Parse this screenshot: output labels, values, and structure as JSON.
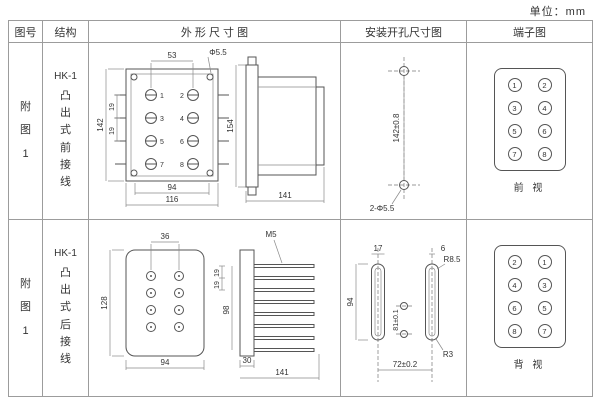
{
  "unit_label": "单位：mm",
  "headers": {
    "fig": "图号",
    "structure": "结构",
    "outline": "外 形 尺 寸 图",
    "mounting": "安装开孔尺寸图",
    "terminal": "端子图"
  },
  "rows": [
    {
      "fig_label": "附图1",
      "model": "HK-1",
      "structure": "凸出式前接线",
      "outline": {
        "top": "53",
        "hole": "Φ5.5",
        "height": "142",
        "p1": "19",
        "p2": "19",
        "w1": "94",
        "w2": "116",
        "side_h": "154",
        "depth": "141",
        "terminals": [
          "1",
          "2",
          "3",
          "4",
          "5",
          "6",
          "7",
          "8"
        ]
      },
      "mounting": {
        "v": "142±0.8",
        "holes": "2-Φ5.5"
      },
      "terminal": {
        "pairs": [
          [
            "1",
            "2"
          ],
          [
            "3",
            "4"
          ],
          [
            "5",
            "6"
          ],
          [
            "7",
            "8"
          ]
        ],
        "caption": "前 视"
      }
    },
    {
      "fig_label": "附图1",
      "model": "HK-1",
      "structure": "凸出式后接线",
      "outline": {
        "top": "36",
        "screw": "M5",
        "height": "128",
        "w1": "94",
        "p1": "19",
        "p2": "19",
        "side_h": "98",
        "d1": "30",
        "depth": "141"
      },
      "mounting": {
        "w1": "17",
        "w2": "6",
        "r1": "R8.5",
        "v": "94",
        "mid": "81±0.1",
        "r2": "R3",
        "span": "72±0.2"
      },
      "terminal": {
        "pairs": [
          [
            "2",
            "1"
          ],
          [
            "4",
            "3"
          ],
          [
            "6",
            "5"
          ],
          [
            "8",
            "7"
          ]
        ],
        "caption": "背 视"
      }
    }
  ]
}
